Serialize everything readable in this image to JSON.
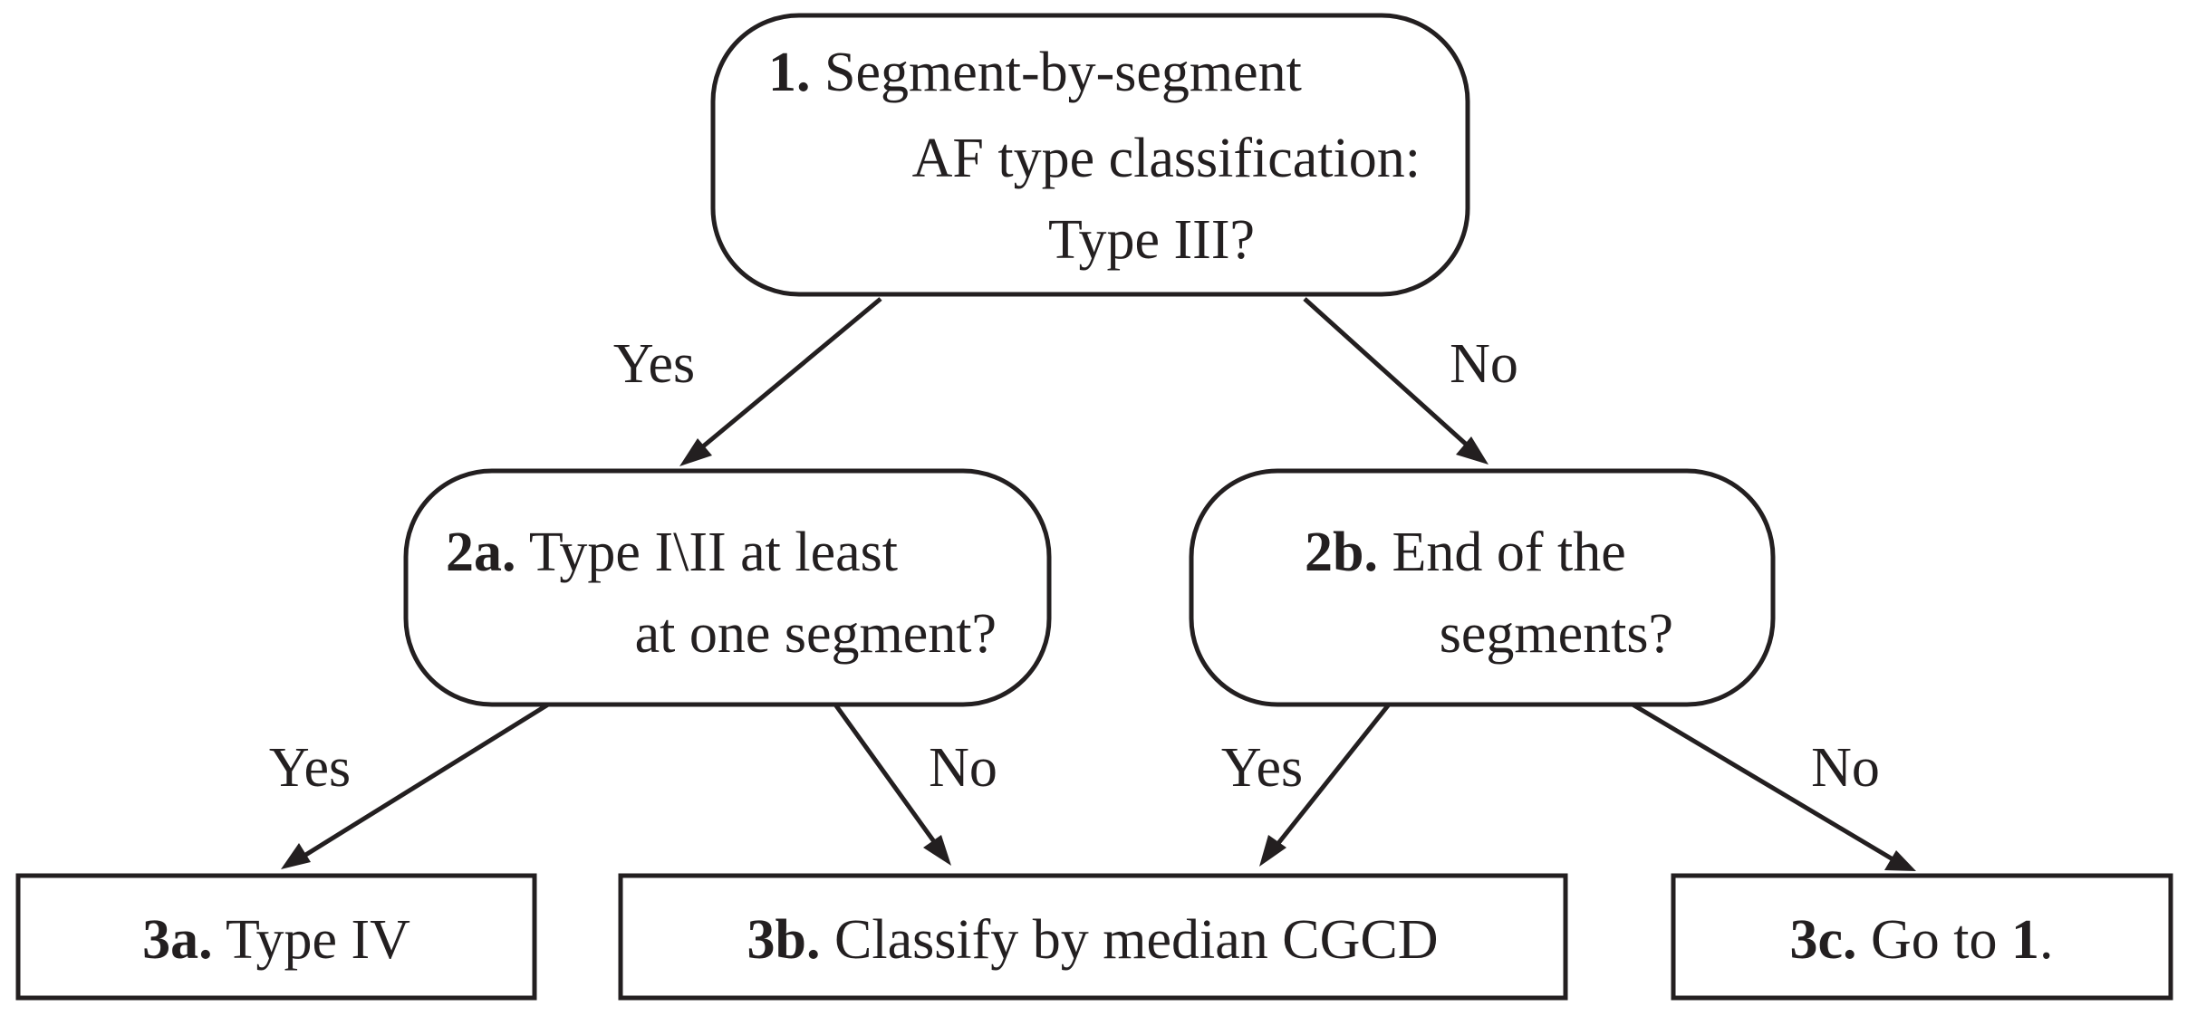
{
  "nodes": {
    "n1": {
      "num": "1.",
      "lines": [
        "Segment-by-segment",
        "AF type classification:",
        "Type III?"
      ]
    },
    "n2a": {
      "num": "2a.",
      "lines": [
        "Type I\\II at least",
        "at one segment?"
      ]
    },
    "n2b": {
      "num": "2b.",
      "lines": [
        "End of the",
        "segments?"
      ]
    },
    "n3a": {
      "num": "3a.",
      "text": "Type IV"
    },
    "n3b": {
      "num": "3b.",
      "text": "Classify by median CGCD"
    },
    "n3c": {
      "num": "3c.",
      "text": "Go to ",
      "ref": "1",
      "tail": "."
    }
  },
  "edges": {
    "e1_2a": "Yes",
    "e1_2b": "No",
    "e2a_3a": "Yes",
    "e2a_3b": "No",
    "e2b_3b": "Yes",
    "e2b_3c": "No"
  },
  "colors": {
    "ink": "#231f20",
    "background": "#ffffff"
  }
}
